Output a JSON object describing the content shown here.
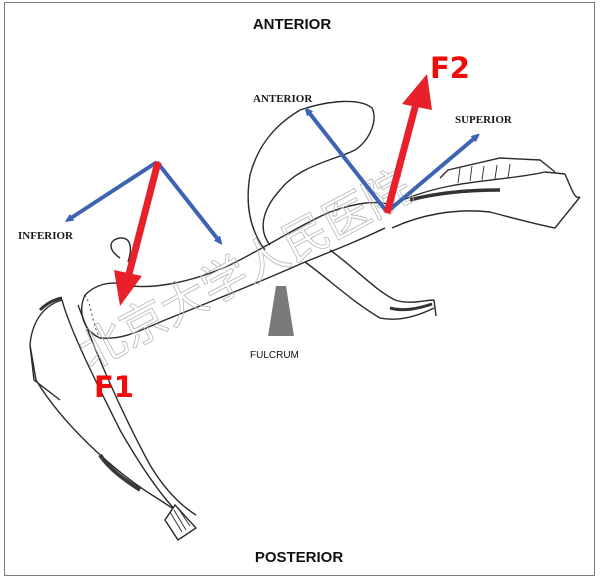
{
  "title_top": "ANTERIOR",
  "title_bottom": "POSTERIOR",
  "labels": {
    "anterior": "ANTERIOR",
    "superior": "SUPERIOR",
    "inferior": "INFERIOR",
    "fulcrum": "FULCRUM"
  },
  "forces": {
    "f1": "F1",
    "f2": "F2"
  },
  "watermark": "北京大学人民医院",
  "colors": {
    "force_arrow": "#e8202a",
    "axis_arrow": "#3d63b3",
    "force_text": "#f20a0a",
    "fulcrum": "#7a7a7a",
    "outline": "#2a2a2a"
  }
}
